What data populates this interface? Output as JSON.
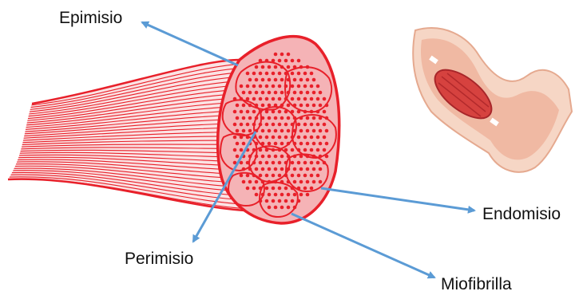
{
  "labels": {
    "epimisio": "Epimisio",
    "perimisio": "Perimisio",
    "endomisio": "Endomisio",
    "miofibrilla": "Miofibrilla"
  },
  "colors": {
    "muscle_red": "#e8202a",
    "muscle_fill": "#f5b3b6",
    "fiber_light": "#f7c6c8",
    "arrow_blue": "#5b9bd5",
    "arm_skin": "#f2c9b5",
    "arm_muscle": "#d9534f"
  }
}
